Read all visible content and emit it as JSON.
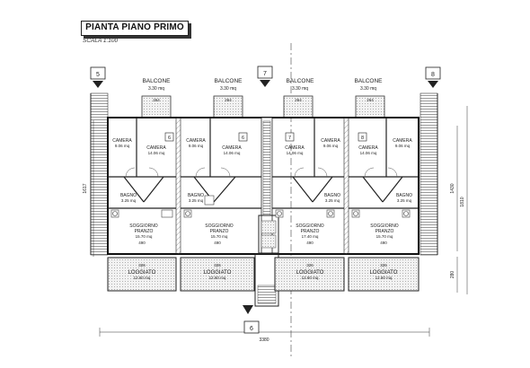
{
  "header": {
    "title": "PIANTA PIANO PRIMO",
    "scale": "SCALA  1:100"
  },
  "section_markers": [
    "5",
    "7",
    "8",
    "6"
  ],
  "units": [
    {
      "balcony_label": "BALCONE",
      "balcony_area": "3.30 mq",
      "unit_number": "6",
      "camera_a_label": "CAMERA",
      "camera_a_area": "9.06 mq",
      "camera_b_label": "CAMERA",
      "camera_b_area": "14.06 mq",
      "bagno_label": "BAGNO",
      "bagno_area": "3.25 mq",
      "soggiorno_label": "SOGGIORNO",
      "pranzo_label": "PRANZO",
      "soggiorno_area": "15.70 mq",
      "loggiato_label": "LOGGIATO",
      "loggiato_area": "12.60 mq"
    },
    {
      "balcony_label": "BALCONE",
      "balcony_area": "3.30 mq",
      "unit_number": "6",
      "camera_a_label": "CAMERA",
      "camera_a_area": "9.06 mq",
      "camera_b_label": "CAMERA",
      "camera_b_area": "14.06 mq",
      "bagno_label": "BAGNO",
      "bagno_area": "3.25 mq",
      "soggiorno_label": "SOGGIORNO",
      "pranzo_label": "PRANZO",
      "soggiorno_area": "15.70 mq",
      "loggiato_label": "LOGGIATO",
      "loggiato_area": "12.60 mq"
    },
    {
      "balcony_label": "BALCONE",
      "balcony_area": "3.30 mq",
      "unit_number": "7",
      "camera_a_label": "CAMERA",
      "camera_a_area": "14.06 mq",
      "camera_b_label": "CAMERA",
      "camera_b_area": "9.06 mq",
      "bagno_label": "BAGNO",
      "bagno_area": "3.25 mq",
      "soggiorno_label": "SOGGIORNO",
      "pranzo_label": "PRANZO",
      "soggiorno_area": "17.40 mq",
      "loggiato_label": "LOGGIATO",
      "loggiato_area": "12.60 mq"
    },
    {
      "balcony_label": "BALCONE",
      "balcony_area": "3.30 mq",
      "unit_number": "8",
      "camera_a_label": "CAMERA",
      "camera_a_area": "14.06 mq",
      "camera_b_label": "CAMERA",
      "camera_b_area": "9.06 mq",
      "bagno_label": "BAGNO",
      "bagno_area": "3.25 mq",
      "soggiorno_label": "SOGGIORNO",
      "pranzo_label": "PRANZO",
      "soggiorno_area": "15.70 mq",
      "loggiato_label": "LOGGIATO",
      "loggiato_area": "12.60 mq"
    }
  ],
  "dimensions": {
    "overall_width": "3380",
    "left_height": "1617",
    "right_height_a": "1430",
    "right_height_b": "1810",
    "right_depth": "280",
    "loggia_widths": [
      "326",
      "326",
      "326",
      "326"
    ],
    "soggiorno_widths": [
      "490",
      "490",
      "490",
      "490"
    ],
    "balcony_widths": [
      "264",
      "264",
      "264",
      "264"
    ]
  }
}
